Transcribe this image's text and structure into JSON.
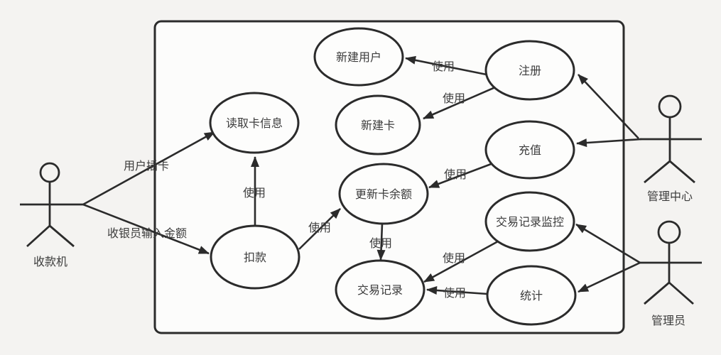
{
  "diagram": {
    "type": "uml-use-case-diagram",
    "colors": {
      "background": "#f4f3f1",
      "boundary_fill": "#fcfcfb",
      "line": "#2b2b2b",
      "text": "#3c3c3c"
    },
    "actors": [
      {
        "id": "cash-register",
        "name": "收款机"
      },
      {
        "id": "management-center",
        "name": "管理中心"
      },
      {
        "id": "administrator",
        "name": "管理员"
      }
    ],
    "use_cases": [
      {
        "id": "new-user",
        "label": "新建用户"
      },
      {
        "id": "read-card-info",
        "label": "读取卡信息"
      },
      {
        "id": "new-card",
        "label": "新建卡"
      },
      {
        "id": "register",
        "label": "注册"
      },
      {
        "id": "recharge",
        "label": "充值"
      },
      {
        "id": "update-card-balance",
        "label": "更新卡余额"
      },
      {
        "id": "deduct",
        "label": "扣款"
      },
      {
        "id": "transaction-monitor",
        "label": "交易记录监控"
      },
      {
        "id": "transaction-record",
        "label": "交易记录"
      },
      {
        "id": "statistics",
        "label": "统计"
      }
    ],
    "relationships": [
      {
        "from": "收款机",
        "to": "读取卡信息",
        "label": "用户插卡"
      },
      {
        "from": "收款机",
        "to": "扣款",
        "label": "收银员输入金额"
      },
      {
        "from": "扣款",
        "to": "读取卡信息",
        "label": "使用"
      },
      {
        "from": "扣款",
        "to": "更新卡余额",
        "label": "使用"
      },
      {
        "from": "更新卡余额",
        "to": "交易记录",
        "label": "使用"
      },
      {
        "from": "注册",
        "to": "新建用户",
        "label": "使用"
      },
      {
        "from": "注册",
        "to": "新建卡",
        "label": "使用"
      },
      {
        "from": "充值",
        "to": "更新卡余额",
        "label": "使用"
      },
      {
        "from": "交易记录监控",
        "to": "交易记录",
        "label": "使用"
      },
      {
        "from": "统计",
        "to": "交易记录",
        "label": "使用"
      },
      {
        "from": "管理中心",
        "to": "注册",
        "label": ""
      },
      {
        "from": "管理中心",
        "to": "充值",
        "label": ""
      },
      {
        "from": "管理员",
        "to": "交易记录监控",
        "label": ""
      },
      {
        "from": "管理员",
        "to": "统计",
        "label": ""
      }
    ]
  }
}
